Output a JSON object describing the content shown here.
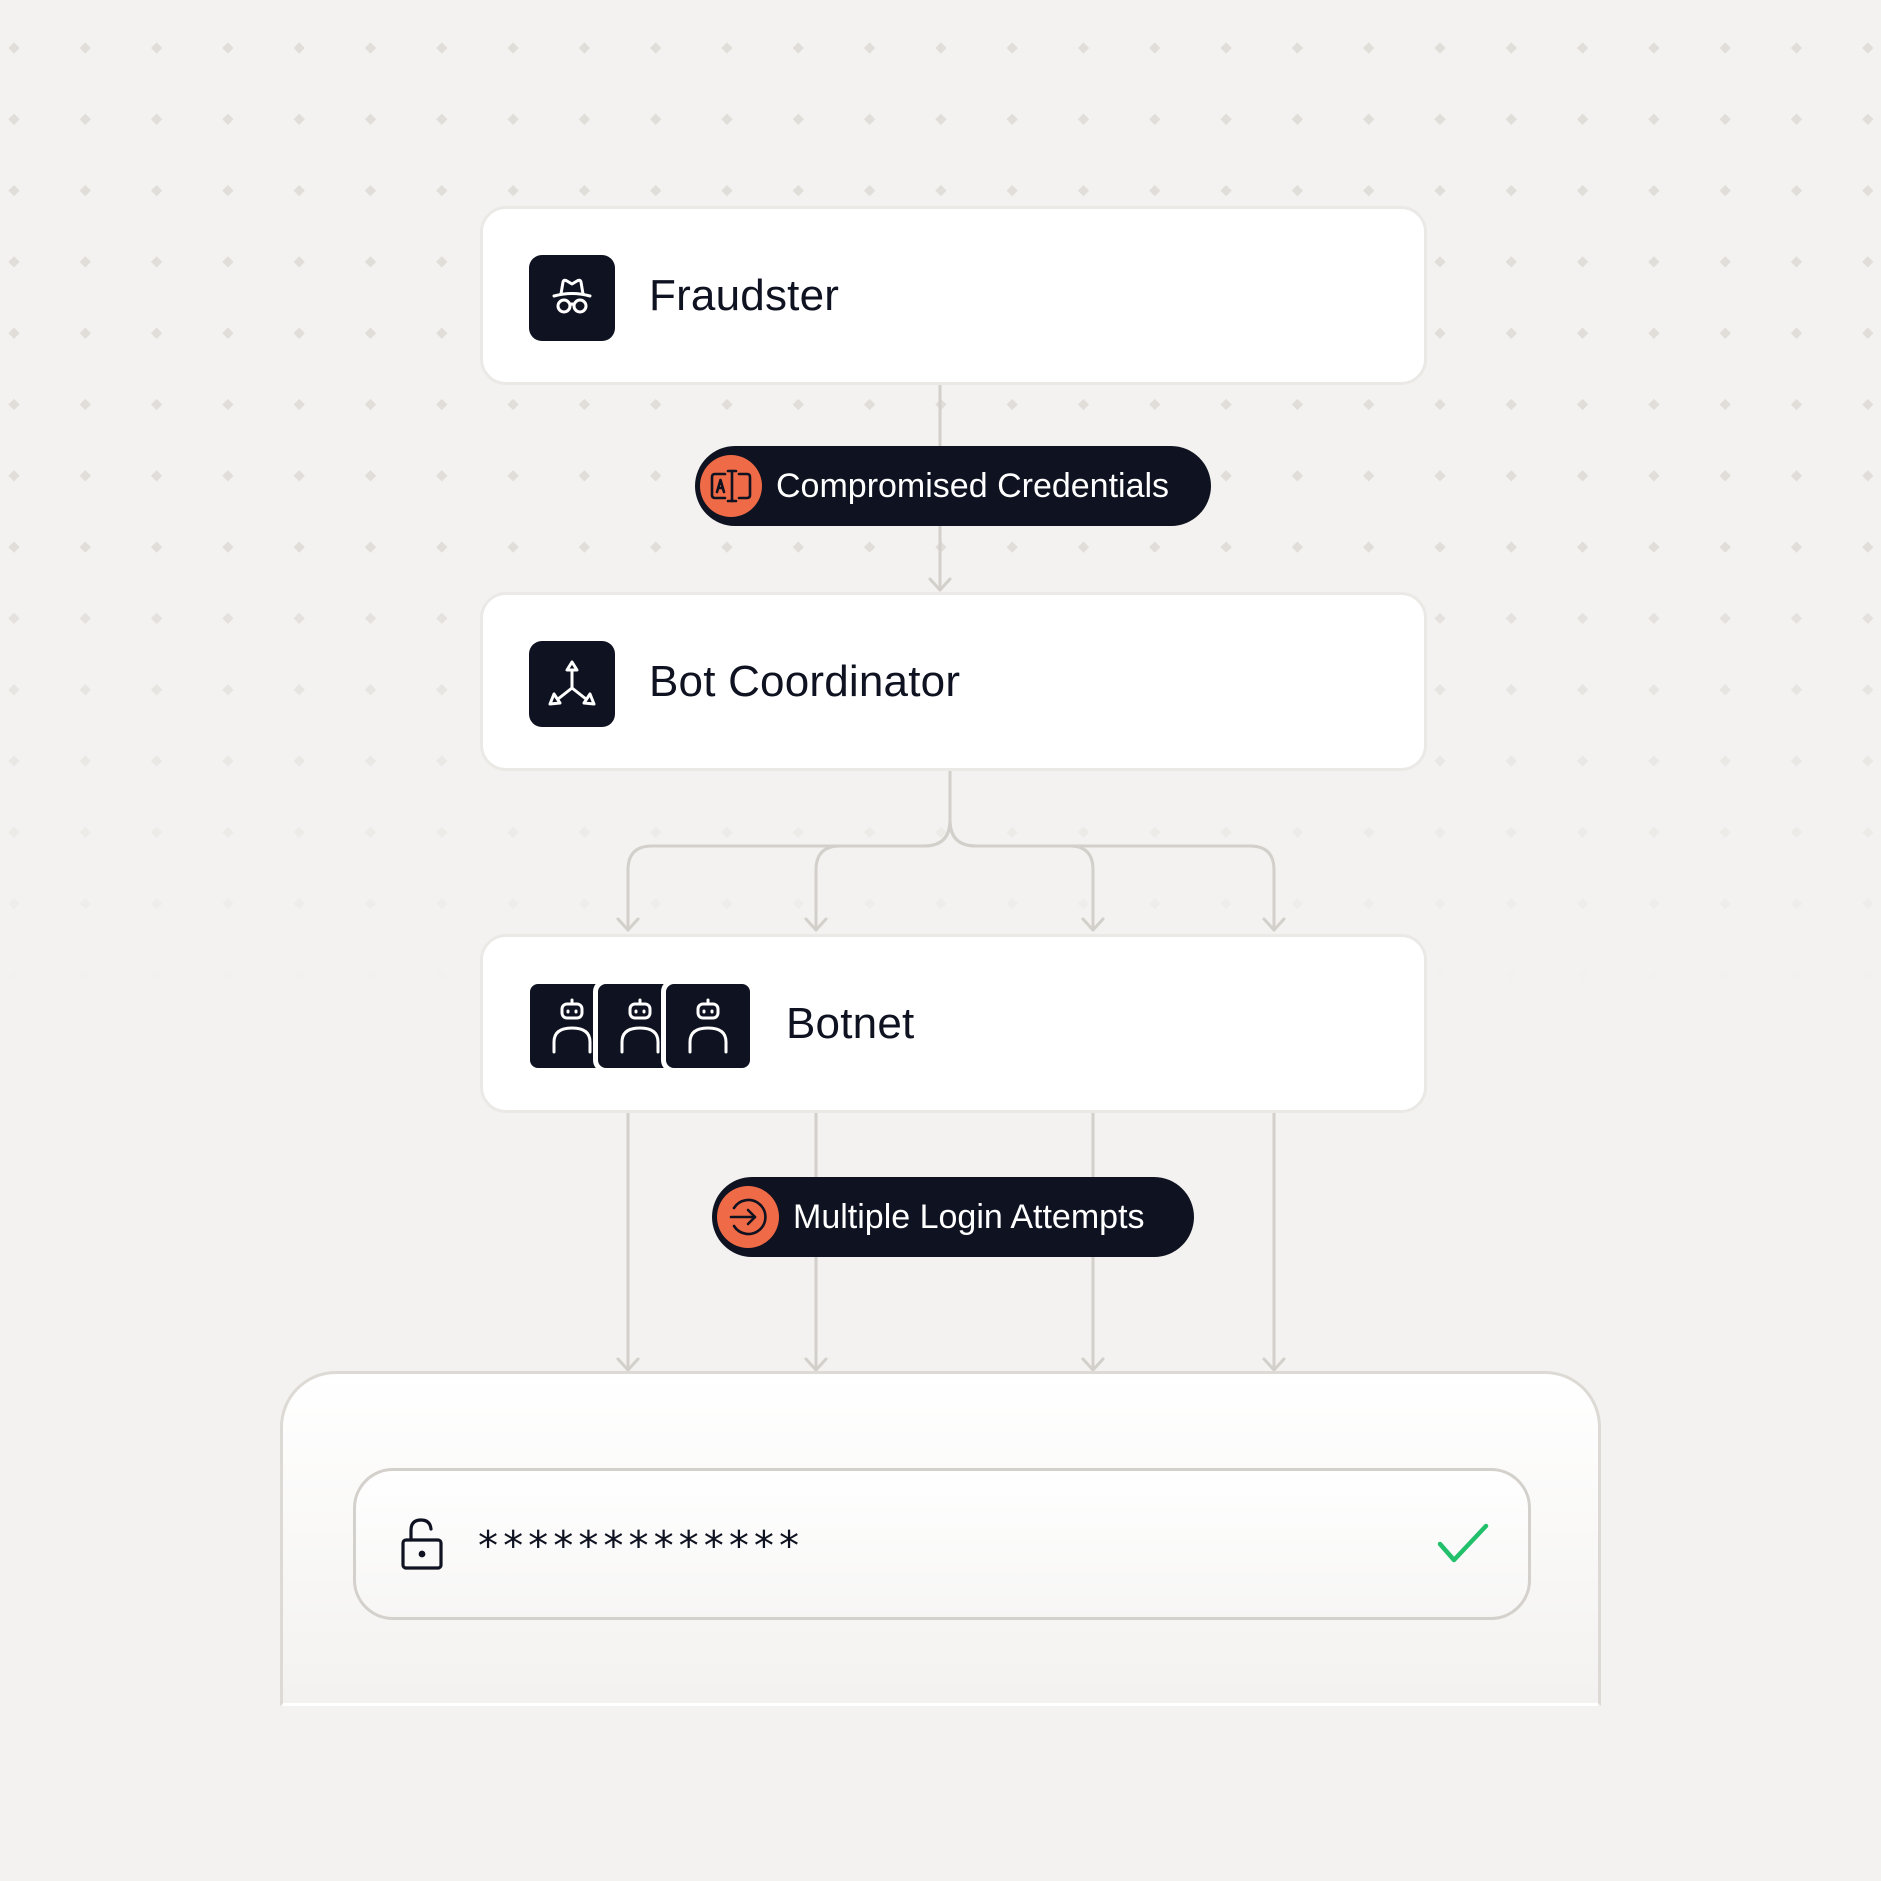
{
  "nodes": {
    "fraudster": {
      "label": "Fraudster",
      "icon": "spy-icon"
    },
    "bot_coordinator": {
      "label": "Bot Coordinator",
      "icon": "network-icon"
    },
    "botnet": {
      "label": "Botnet",
      "icon": "robot-icon"
    }
  },
  "edges": {
    "credentials": {
      "label": "Compromised Credentials",
      "icon": "credential-icon"
    },
    "login_attempts": {
      "label": "Multiple Login Attempts",
      "icon": "login-icon"
    }
  },
  "login": {
    "password_value": "*************",
    "lock_icon": "unlocked-padlock-icon",
    "status_icon": "checkmark-icon"
  },
  "colors": {
    "background": "#f3f2f0",
    "dark": "#0f1220",
    "accent": "#ef6a46",
    "success": "#22c06a",
    "connector": "#d3cfca"
  }
}
